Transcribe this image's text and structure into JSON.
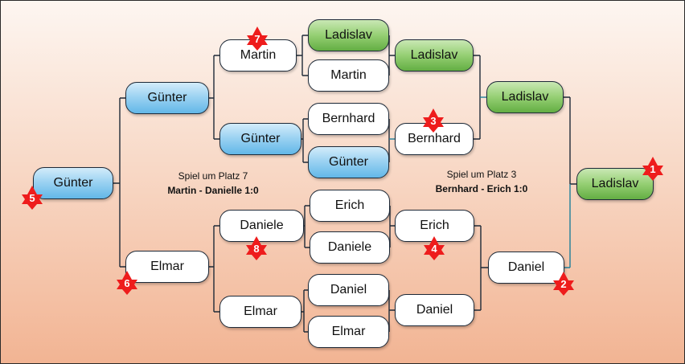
{
  "bracket": {
    "colors": {
      "white": "#ffffff",
      "blue": "#62b7e8",
      "green": "#63ae43",
      "star": "#ee1c1c",
      "line": "#1e2a38",
      "line_teal": "#1f7f9a"
    },
    "left": {
      "final": "Günter",
      "semis": [
        "Günter",
        "Elmar"
      ],
      "quarters": [
        "Martin",
        "Günter",
        "Daniele",
        "Elmar"
      ],
      "first_round": [
        "Ladislav",
        "Martin",
        "Bernhard",
        "Günter",
        "Erich",
        "Daniele",
        "Daniel",
        "Elmar"
      ]
    },
    "right": {
      "final": "Ladislav",
      "semis": [
        "Ladislav",
        "Daniel"
      ],
      "quarters": [
        "Ladislav",
        "Bernhard",
        "Erich",
        "Daniel"
      ]
    },
    "places": [
      "1",
      "2",
      "3",
      "4",
      "5",
      "6",
      "7",
      "8"
    ],
    "notes": {
      "place3": {
        "title": "Spiel um Platz 3",
        "result": "Bernhard - Erich 1:0"
      },
      "place7": {
        "title": "Spiel um Platz 7",
        "result": "Martin - Danielle 1:0"
      }
    }
  }
}
